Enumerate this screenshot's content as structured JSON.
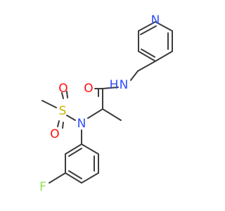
{
  "molecule": {
    "atoms": [
      {
        "id": "F",
        "label": "F",
        "color": "#90e050"
      },
      {
        "id": "S",
        "label": "S",
        "color": "#c8b400"
      },
      {
        "id": "O1",
        "label": "O",
        "color": "#ff0d0d"
      },
      {
        "id": "O2",
        "label": "O",
        "color": "#ff0d0d"
      },
      {
        "id": "O3",
        "label": "O",
        "color": "#ff0d0d"
      },
      {
        "id": "N1",
        "label": "N",
        "color": "#3050f8"
      },
      {
        "id": "N2",
        "label": "N",
        "color": "#3050f8"
      },
      {
        "id": "H",
        "label": "H",
        "color": "#3050f8"
      },
      {
        "id": "N3",
        "label": "N",
        "color": "#3050f8"
      }
    ]
  },
  "colors": {
    "bond": "#3c3c3c",
    "background": "#ffffff"
  }
}
